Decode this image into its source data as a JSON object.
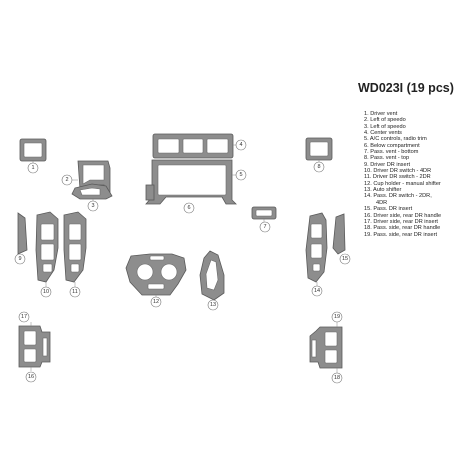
{
  "kit": {
    "code": "WD023I",
    "count_label": "(19 pcs)"
  },
  "legend": [
    "1. Driver vent",
    "2. Left of speedo",
    "3. Left of speedo",
    "4. Center vents",
    "5. A/C controls, radio trim",
    "6. Below compartment",
    "7. Pass. vent - bottom",
    "8. Pass. vent - top",
    "9. Driver DR insert",
    "10. Driver DR switch - 4DR",
    "11. Driver DR switch - 2DR",
    "12. Cup holder - manual shifter",
    "13. Auto shifter",
    "14. Pass. DR switch - 2DR,",
    "4DR",
    "15. Pass. DR insert",
    "16. Driver side, rear DR handle",
    "17. Driver side, rear DR insert",
    "18. Pass. side, rear DR handle",
    "19. Pass. side, rear DR insert"
  ],
  "callouts": [
    "1",
    "2",
    "3",
    "4",
    "5",
    "6",
    "7",
    "8",
    "9",
    "10",
    "11",
    "12",
    "13",
    "14",
    "15",
    "16",
    "17",
    "18",
    "19"
  ],
  "colors": {
    "part_fill": "#8d8d8d",
    "part_stroke": "#5a5a5a",
    "cutout": "#ffffff",
    "callout_ring": "#777777"
  }
}
